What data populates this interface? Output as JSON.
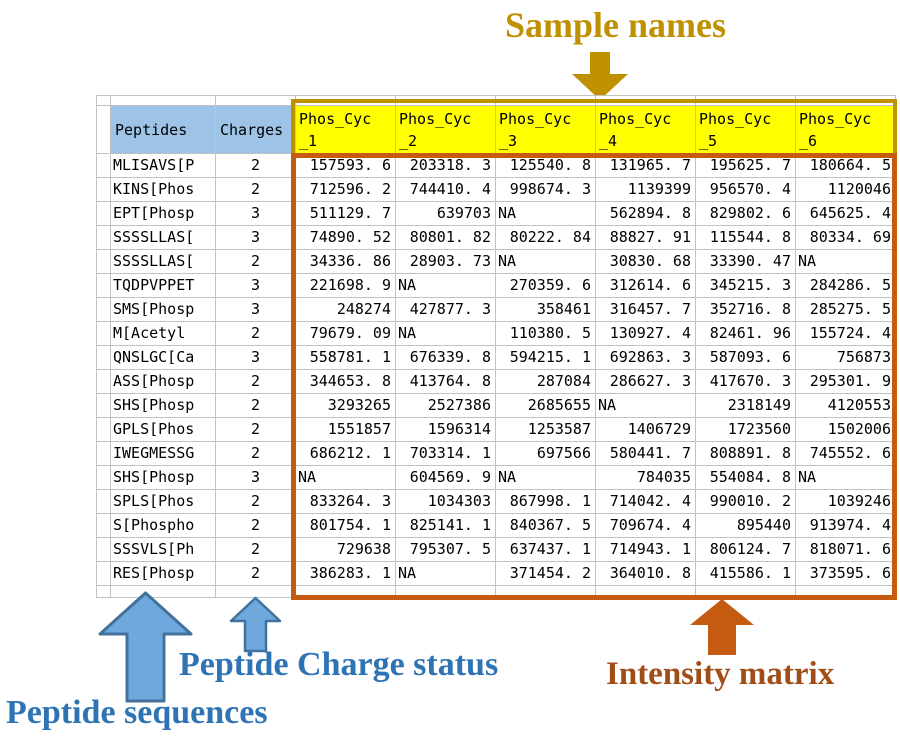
{
  "annotations": {
    "sample_names": "Sample names",
    "peptide_sequences": "Peptide sequences",
    "peptide_charge_status": "Peptide Charge status",
    "intensity_matrix": "Intensity matrix"
  },
  "colors": {
    "blue_header_bg": "#9DC3E6",
    "yellow_header_bg": "#FFFF00",
    "grid_line": "#C2C2C2",
    "matrix_border": "#C55A11",
    "header_border": "#BF9000",
    "gold_text": "#BF9000",
    "blue_text": "#2E74B5",
    "orange_text": "#A14D17",
    "arrow_blue_fill": "#6FA8DC",
    "arrow_blue_stroke": "#41719C"
  },
  "table": {
    "peptides_header": "Peptides",
    "charges_header": "Charges",
    "sample_columns": [
      {
        "line1": "Phos_Cyc",
        "line2": "_1"
      },
      {
        "line1": "Phos_Cyc",
        "line2": "_2"
      },
      {
        "line1": "Phos_Cyc",
        "line2": "_3"
      },
      {
        "line1": "Phos_Cyc",
        "line2": "_4"
      },
      {
        "line1": "Phos_Cyc",
        "line2": "_5"
      },
      {
        "line1": "Phos_Cyc",
        "line2": "_6"
      }
    ],
    "rows": [
      {
        "peptide": "MLISAVS[P",
        "charge": "2",
        "values": [
          "157593.6",
          "203318.3",
          "125540.8",
          "131965.7",
          "195625.7",
          "180664.5"
        ]
      },
      {
        "peptide": "KINS[Phos",
        "charge": "2",
        "values": [
          "712596.2",
          "744410.4",
          "998674.3",
          "1139399",
          "956570.4",
          "1120046"
        ]
      },
      {
        "peptide": "EPT[Phosp",
        "charge": "3",
        "values": [
          "511129.7",
          "639703",
          "NA",
          "562894.8",
          "829802.6",
          "645625.4"
        ]
      },
      {
        "peptide": "SSSSLLAS[",
        "charge": "3",
        "values": [
          "74890.52",
          "80801.82",
          "80222.84",
          "88827.91",
          "115544.8",
          "80334.69"
        ]
      },
      {
        "peptide": "SSSSLLAS[",
        "charge": "2",
        "values": [
          "34336.86",
          "28903.73",
          "NA",
          "30830.68",
          "33390.47",
          "NA"
        ]
      },
      {
        "peptide": "TQDPVPPET",
        "charge": "3",
        "values": [
          "221698.9",
          "NA",
          "270359.6",
          "312614.6",
          "345215.3",
          "284286.5"
        ]
      },
      {
        "peptide": "SMS[Phosp",
        "charge": "3",
        "values": [
          "248274",
          "427877.3",
          "358461",
          "316457.7",
          "352716.8",
          "285275.5"
        ]
      },
      {
        "peptide": "M[Acetyl",
        "charge": "2",
        "values": [
          "79679.09",
          "NA",
          "110380.5",
          "130927.4",
          "82461.96",
          "155724.4"
        ]
      },
      {
        "peptide": "QNSLGC[Ca",
        "charge": "3",
        "values": [
          "558781.1",
          "676339.8",
          "594215.1",
          "692863.3",
          "587093.6",
          "756873"
        ]
      },
      {
        "peptide": "ASS[Phosp",
        "charge": "2",
        "values": [
          "344653.8",
          "413764.8",
          "287084",
          "286627.3",
          "417670.3",
          "295301.9"
        ]
      },
      {
        "peptide": "SHS[Phosp",
        "charge": "2",
        "values": [
          "3293265",
          "2527386",
          "2685655",
          "NA",
          "2318149",
          "4120553"
        ]
      },
      {
        "peptide": "GPLS[Phos",
        "charge": "2",
        "values": [
          "1551857",
          "1596314",
          "1253587",
          "1406729",
          "1723560",
          "1502006"
        ]
      },
      {
        "peptide": "IWEGMESSG",
        "charge": "2",
        "values": [
          "686212.1",
          "703314.1",
          "697566",
          "580441.7",
          "808891.8",
          "745552.6"
        ]
      },
      {
        "peptide": "SHS[Phosp",
        "charge": "3",
        "values": [
          "NA",
          "604569.9",
          "NA",
          "784035",
          "554084.8",
          "NA"
        ]
      },
      {
        "peptide": "SPLS[Phos",
        "charge": "2",
        "values": [
          "833264.3",
          "1034303",
          "867998.1",
          "714042.4",
          "990010.2",
          "1039246"
        ]
      },
      {
        "peptide": "S[Phospho",
        "charge": "2",
        "values": [
          "801754.1",
          "825141.1",
          "840367.5",
          "709674.4",
          "895440",
          "913974.4"
        ]
      },
      {
        "peptide": "SSSVLS[Ph",
        "charge": "2",
        "values": [
          "729638",
          "795307.5",
          "637437.1",
          "714943.1",
          "806124.7",
          "818071.6"
        ]
      },
      {
        "peptide": "RES[Phosp",
        "charge": "2",
        "values": [
          "386283.1",
          "NA",
          "371454.2",
          "364010.8",
          "415586.1",
          "373595.6"
        ]
      }
    ]
  }
}
